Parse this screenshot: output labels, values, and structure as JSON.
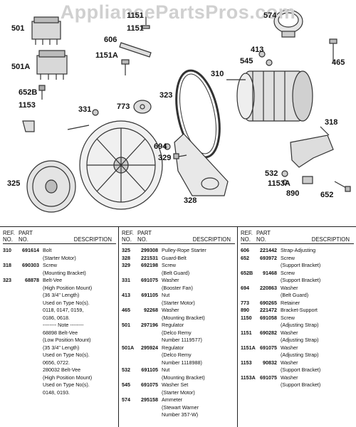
{
  "watermark": "AppliancePartsPros.com",
  "callouts": [
    "501",
    "501A",
    "652B",
    "1153",
    "1151",
    "1151",
    "606",
    "1151A",
    "331",
    "773",
    "323",
    "574",
    "413",
    "545",
    "310",
    "465",
    "318",
    "694",
    "329",
    "325",
    "328",
    "532",
    "1153A",
    "890",
    "652"
  ],
  "table": {
    "headers": {
      "ref": "REF.\nNO.",
      "part": "PART\nNO.",
      "description": "DESCRIPTION"
    },
    "columns": [
      [
        {
          "ref": "310",
          "part": "691614",
          "desc": "Bolt\n(Starter Motor)"
        },
        {
          "ref": "318",
          "part": "690303",
          "desc": "Screw\n(Mounting Bracket)"
        },
        {
          "ref": "323",
          "part": "68878",
          "desc": "Belt-Vee\n(High Position Mount)\n(36 3/4\" Length)\nUsed on Type No(s).\n0118, 0147, 0159,\n0186, 0618.\n-------- Note --------\n68898 Belt-Vee\n(Low Position Mount)\n(35 3/4\" Length)\nUsed on Type No(s).\n0656, 0722.\n280032 Belt-Vee\n(High Position Mount)\nUsed on Type No(s).\n0148, 0193."
        }
      ],
      [
        {
          "ref": "325",
          "part": "299308",
          "desc": "Pulley-Rope Starter"
        },
        {
          "ref": "328",
          "part": "221531",
          "desc": "Guard-Belt"
        },
        {
          "ref": "329",
          "part": "692198",
          "desc": "Screw\n(Belt Guard)"
        },
        {
          "ref": "331",
          "part": "691075",
          "desc": "Washer\n(Booster Fan)"
        },
        {
          "ref": "413",
          "part": "691105",
          "desc": "Nut\n(Starter Motor)"
        },
        {
          "ref": "465",
          "part": "92268",
          "desc": "Washer\n(Mounting Bracket)"
        },
        {
          "ref": "501",
          "part": "297196",
          "desc": "Regulator\n(Delco Remy\nNumber 1119577)"
        },
        {
          "ref": "501A",
          "part": "295924",
          "desc": "Regulator\n(Delco Remy\nNumber 1118988)"
        },
        {
          "ref": "532",
          "part": "691105",
          "desc": "Nut\n(Mounting Bracket)"
        },
        {
          "ref": "545",
          "part": "691075",
          "desc": "Washer Set\n(Starter Motor)"
        },
        {
          "ref": "574",
          "part": "295158",
          "desc": "Ammeter\n(Stewart Warner\nNumber 357-W)"
        }
      ],
      [
        {
          "ref": "606",
          "part": "221442",
          "desc": "Strap-Adjusting"
        },
        {
          "ref": "652",
          "part": "693972",
          "desc": "Screw\n(Support Bracket)"
        },
        {
          "ref": "652B",
          "part": "91468",
          "desc": "Screw\n(Support Bracket)"
        },
        {
          "ref": "694",
          "part": "220863",
          "desc": "Washer\n(Belt Guard)"
        },
        {
          "ref": "773",
          "part": "690265",
          "desc": "Retainer"
        },
        {
          "ref": "890",
          "part": "221472",
          "desc": "Bracket-Support"
        },
        {
          "ref": "1150",
          "part": "691058",
          "desc": "Screw\n(Adjusting Strap)"
        },
        {
          "ref": "1151",
          "part": "690282",
          "desc": "Washer\n(Adjusting Strap)"
        },
        {
          "ref": "1151A",
          "part": "691075",
          "desc": "Washer\n(Adjusting Strap)"
        },
        {
          "ref": "1153",
          "part": "90832",
          "desc": "Washer\n(Support Bracket)"
        },
        {
          "ref": "1153A",
          "part": "691075",
          "desc": "Washer\n(Support Bracket)"
        }
      ]
    ]
  }
}
